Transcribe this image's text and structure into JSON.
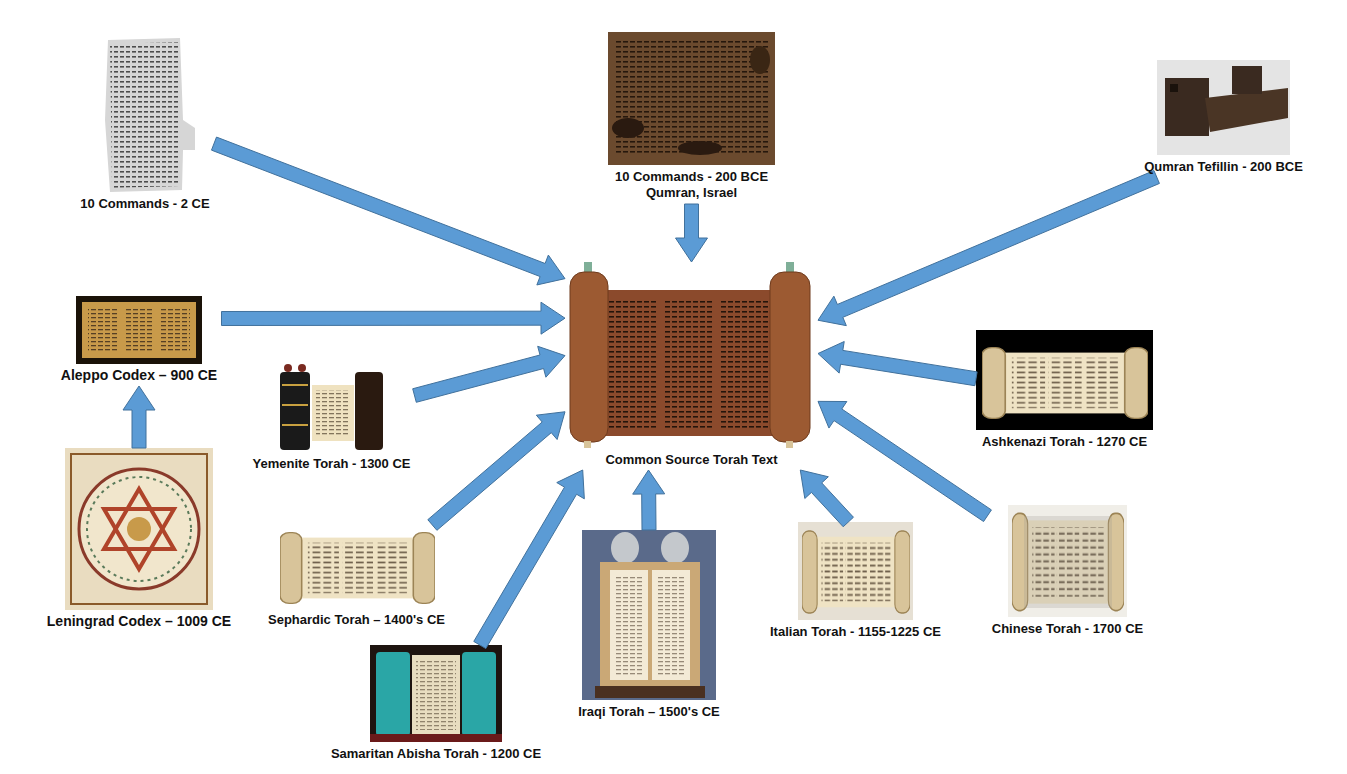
{
  "diagram": {
    "nodes": [
      {
        "text": [
          "10 Commands - 2 CE"
        ]
      },
      {
        "text": [
          "10 Commands - 200 BCE Qumran, Israel"
        ]
      },
      {
        "text": [
          "Qumran Tefillin - 200 BCE"
        ]
      },
      {
        "text": [
          "Aleppo Codex – 900 CE"
        ]
      },
      {
        "text": [
          "Common Source Torah Text"
        ]
      },
      {
        "text": [
          "Yemenite Torah - 1300 CE"
        ]
      },
      {
        "text": [
          "Ashkenazi Torah - 1270 CE"
        ]
      },
      {
        "text": [
          "Leningrad Codex – 1009 CE"
        ]
      },
      {
        "text": [
          "Sephardic Torah – 1400's CE"
        ]
      },
      {
        "text": [
          "Iraqi Torah – 1500's CE"
        ]
      },
      {
        "text": [
          "Italian Torah - 1155-1225 CE"
        ]
      },
      {
        "text": [
          "Chinese Torah - 1700 CE"
        ]
      },
      {
        "text": [
          "Samaritan Abisha Torah - 1200 CE"
        ]
      }
    ],
    "edges": [
      {
        "from": 0,
        "to": 4,
        "arrow": "to"
      },
      {
        "from": 1,
        "to": 4,
        "arrow": "to"
      },
      {
        "from": 2,
        "to": 4,
        "arrow": "to"
      },
      {
        "from": 3,
        "to": 4,
        "arrow": "to"
      },
      {
        "from": 5,
        "to": 4,
        "arrow": "to"
      },
      {
        "from": 6,
        "to": 4,
        "arrow": "to"
      },
      {
        "from": 7,
        "to": 3,
        "arrow": "to"
      },
      {
        "from": 8,
        "to": 4,
        "arrow": "to"
      },
      {
        "from": 9,
        "to": 4,
        "arrow": "to"
      },
      {
        "from": 10,
        "to": 4,
        "arrow": "to"
      },
      {
        "from": 11,
        "to": 4,
        "arrow": "to"
      },
      {
        "from": 12,
        "to": 4,
        "arrow": "to"
      }
    ]
  }
}
